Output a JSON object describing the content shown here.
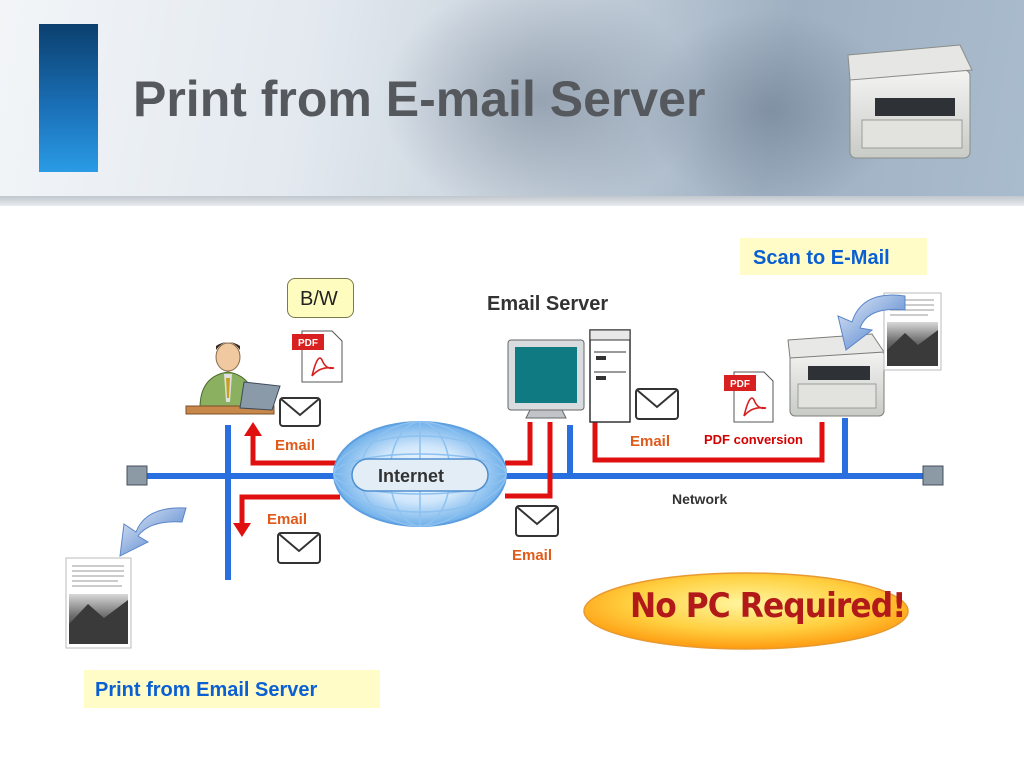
{
  "slide": {
    "title": "Print from E-mail Server"
  },
  "diagram": {
    "scan_to_email": "Scan to E-Mail",
    "bw": "B/W",
    "email_server": "Email Server",
    "internet": "Internet",
    "email_labels": [
      "Email",
      "Email",
      "Email",
      "Email"
    ],
    "pdf_conversion": "PDF conversion",
    "network": "Network",
    "no_pc_required": "No PC Required!",
    "print_from_email_server": "Print from Email Server",
    "pdf_badge": "PDF",
    "colors": {
      "network_line": "#2a6fe0",
      "email_line": "#e01010",
      "callout_fill": "#fffcc8",
      "callout_text": "#0a5fd2",
      "email_text": "#e05a1a",
      "title_text": "#55595e",
      "no_pc_text": "#b21a1a",
      "no_pc_fill": "#ffc430"
    }
  }
}
